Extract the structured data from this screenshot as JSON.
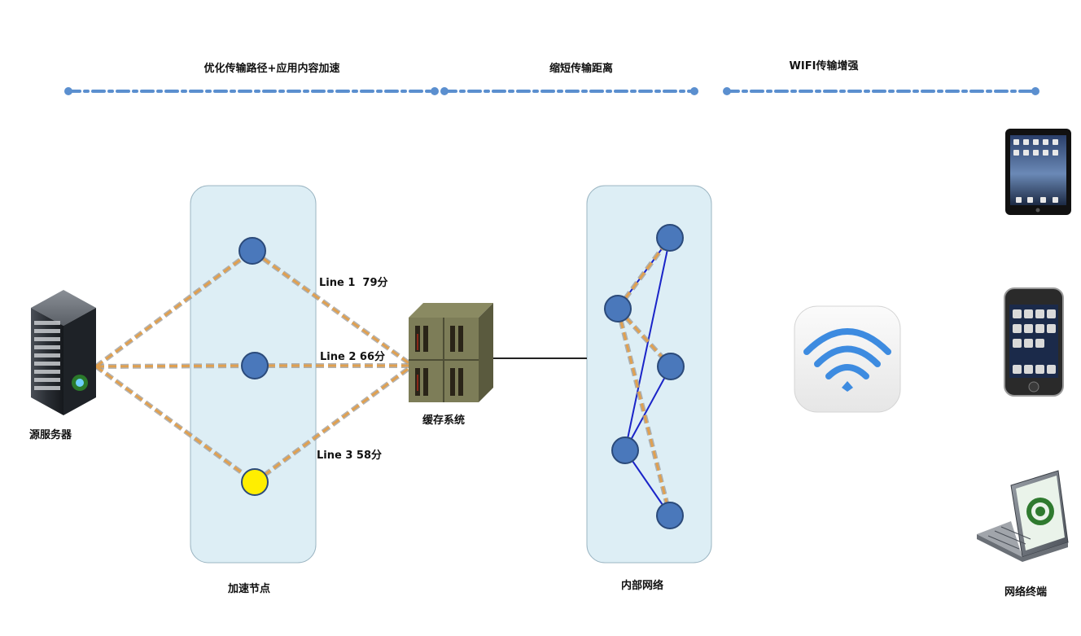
{
  "stages": [
    {
      "label": "优化传输路径+应用内容加速"
    },
    {
      "label": "缩短传输距离"
    },
    {
      "label": "WIFI传输增强"
    }
  ],
  "source_server": {
    "label": "源服务器"
  },
  "accel_nodes": {
    "label": "加速节点"
  },
  "lines": [
    {
      "label": "Line 1  79分"
    },
    {
      "label": "Line 2 66分"
    },
    {
      "label": "Line 3 58分"
    }
  ],
  "cache": {
    "label": "缓存系统"
  },
  "internal_net": {
    "label": "内部网络"
  },
  "terminals": {
    "label": "网络终端"
  },
  "colors": {
    "panel": "#ddeef5",
    "node_blue": "#4a78bb",
    "node_highlight": "#ffee00",
    "path_orange": "#e0a050",
    "link_blue": "#1a24c8",
    "stage_line": "#5b8fcf"
  }
}
